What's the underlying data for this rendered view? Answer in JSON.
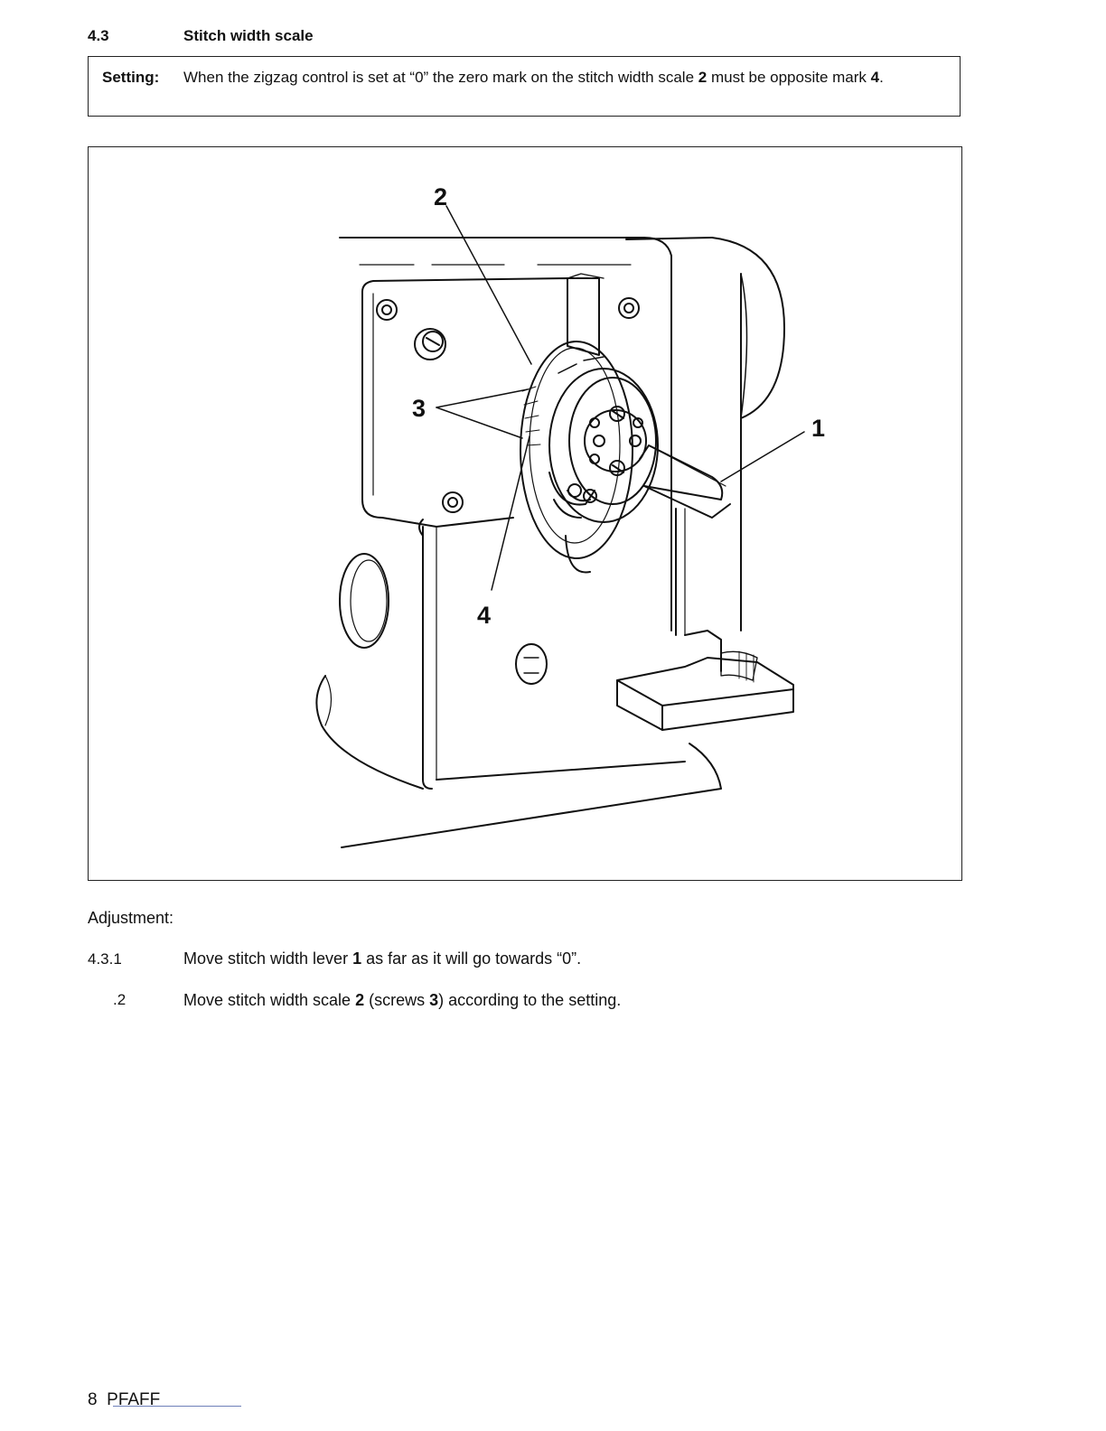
{
  "section": {
    "number": "4.3",
    "title": "Stitch width scale"
  },
  "setting": {
    "label": "Setting:",
    "text_before_2": "When the zigzag control is set at “0” the zero mark on the stitch width scale ",
    "ref_2": "2",
    "text_after_2": " must be opposite mark ",
    "ref_4": "4",
    "text_end": "."
  },
  "figure": {
    "callouts": {
      "c1": "1",
      "c2": "2",
      "c3": "3",
      "c4": "4"
    }
  },
  "adjustment": {
    "label": "Adjustment:",
    "steps": [
      {
        "number": "4.3.1",
        "text_a": "Move stitch width lever ",
        "ref": "1",
        "text_b": " as far as it will go towards “0”."
      },
      {
        "number": ".2",
        "text_a": "Move stitch width scale ",
        "ref": "2",
        "text_b": " (screws ",
        "ref2": "3",
        "text_c": ") according to the setting."
      }
    ]
  },
  "footer": {
    "page": "8",
    "brand": "PFAFF"
  }
}
